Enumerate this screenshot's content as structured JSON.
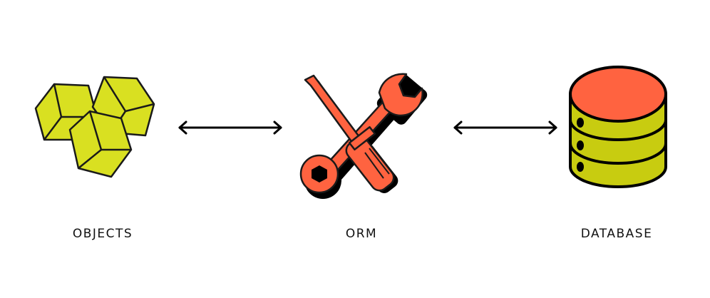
{
  "nodes": {
    "objects": {
      "label": "OBJECTS"
    },
    "orm": {
      "label": "ORM"
    },
    "database": {
      "label": "DATABASE"
    }
  },
  "colors": {
    "objects_fill": "#d9e021",
    "orm_fill": "#ff6340",
    "database_top": "#ff6340",
    "database_body": "#c8cc10",
    "stroke": "#1a1a1a",
    "arrow": "#000000"
  },
  "icons": {
    "objects": "cubes-icon",
    "orm": "wrench-screwdriver-icon",
    "database": "database-cylinder-icon"
  }
}
